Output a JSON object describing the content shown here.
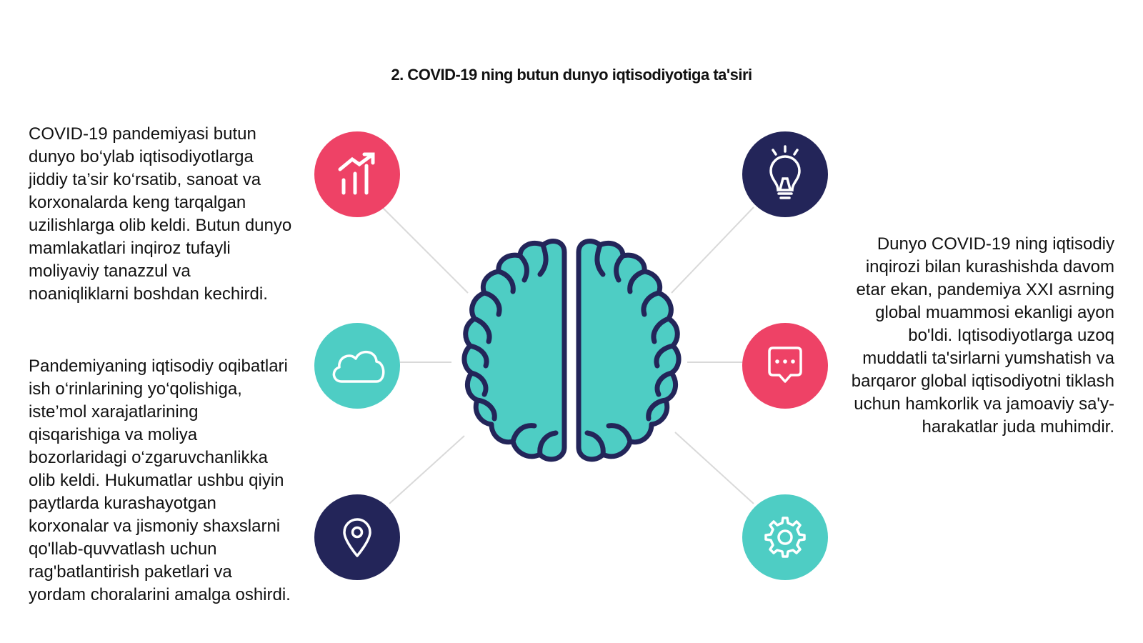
{
  "slide": {
    "title": "2. COVID-19 ning butun dunyo iqtisodiyotiga ta'siri"
  },
  "left_text": {
    "paragraph_1": "COVID-19 pandemiyasi butun dunyo bo‘ylab iqtisodiyotlarga jiddiy ta’sir ko‘rsatib, sanoat va korxonalarda keng tarqalgan uzilishlarga olib keldi. Butun dunyo mamlakatlari inqiroz tufayli moliyaviy tanazzul va noaniqliklarni boshdan kechirdi.",
    "paragraph_2": "Pandemiyaning iqtisodiy oqibatlari ish o‘rinlarining yo‘qolishiga, iste’mol xarajatlarining qisqarishiga va moliya bozorlaridagi o‘zgaruvchanlikka olib keldi. Hukumatlar ushbu qiyin paytlarda kurashayotgan korxonalar va jismoniy shaxslarni qo'llab-quvvatlash uchun rag'batlantirish paketlari va yordam choralarini amalga oshirdi."
  },
  "right_text": {
    "paragraph": "Dunyo COVID-19 ning iqtisodiy inqirozi bilan kurashishda davom etar ekan, pandemiya XXI asrning global muammosi ekanligi ayon bo'ldi. Iqtisodiyotlarga uzoq muddatli ta'sirlarni yumshatish va barqaror global iqtisodiyotni tiklash uchun hamkorlik va jamoaviy sa'y-harakatlar juda muhimdir."
  },
  "diagram": {
    "center_icon": "brain-icon",
    "nodes": [
      {
        "icon": "growth-chart-icon",
        "color": "#EE4266"
      },
      {
        "icon": "lightbulb-icon",
        "color": "#232559"
      },
      {
        "icon": "cloud-icon",
        "color": "#4ECDC4"
      },
      {
        "icon": "chat-bubble-icon",
        "color": "#EE4266"
      },
      {
        "icon": "location-pin-icon",
        "color": "#232559"
      },
      {
        "icon": "gear-icon",
        "color": "#4ECDC4"
      }
    ],
    "colors": {
      "pink": "#EE4266",
      "navy": "#232559",
      "teal": "#4ECDC4",
      "connector": "#D9D9D9"
    }
  }
}
